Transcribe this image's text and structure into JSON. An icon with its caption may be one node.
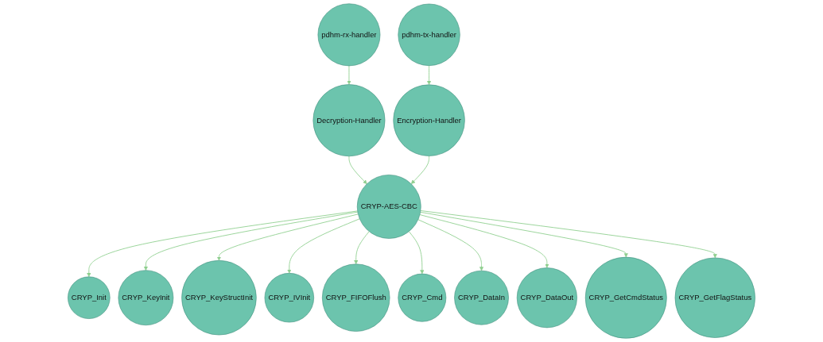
{
  "diagram": {
    "nodes": [
      {
        "text": [
          "pdhm-rx-handler"
        ]
      },
      {
        "text": [
          "pdhm-tx-handler"
        ]
      },
      {
        "text": [
          "Decryption-Handler"
        ]
      },
      {
        "text": [
          "Encryption-Handler"
        ]
      },
      {
        "text": [
          "CRYP-AES-CBC"
        ]
      },
      {
        "text": [
          "CRYP_Init"
        ]
      },
      {
        "text": [
          "CRYP_KeyInit"
        ]
      },
      {
        "text": [
          "CRYP_KeyStructInit"
        ]
      },
      {
        "text": [
          "CRYP_IVInit"
        ]
      },
      {
        "text": [
          "CRYP_FIFOFlush"
        ]
      },
      {
        "text": [
          "CRYP_Cmd"
        ]
      },
      {
        "text": [
          "CRYP_DataIn"
        ]
      },
      {
        "text": [
          "CRYP_DataOut"
        ]
      },
      {
        "text": [
          "CRYP_GetCmdStatus"
        ]
      },
      {
        "text": [
          "CRYP_GetFlagStatus"
        ]
      }
    ],
    "edges": [
      {
        "from": 0,
        "to": 2,
        "arrow": "to"
      },
      {
        "from": 1,
        "to": 3,
        "arrow": "to"
      },
      {
        "from": 2,
        "to": 4,
        "arrow": "to"
      },
      {
        "from": 3,
        "to": 4,
        "arrow": "to"
      },
      {
        "from": 4,
        "to": 5,
        "arrow": "to"
      },
      {
        "from": 4,
        "to": 6,
        "arrow": "to"
      },
      {
        "from": 4,
        "to": 7,
        "arrow": "to"
      },
      {
        "from": 4,
        "to": 8,
        "arrow": "to"
      },
      {
        "from": 4,
        "to": 9,
        "arrow": "to"
      },
      {
        "from": 4,
        "to": 10,
        "arrow": "to"
      },
      {
        "from": 4,
        "to": 11,
        "arrow": "to"
      },
      {
        "from": 4,
        "to": 12,
        "arrow": "to"
      },
      {
        "from": 4,
        "to": 13,
        "arrow": "to"
      },
      {
        "from": 4,
        "to": 14,
        "arrow": "to"
      }
    ]
  }
}
